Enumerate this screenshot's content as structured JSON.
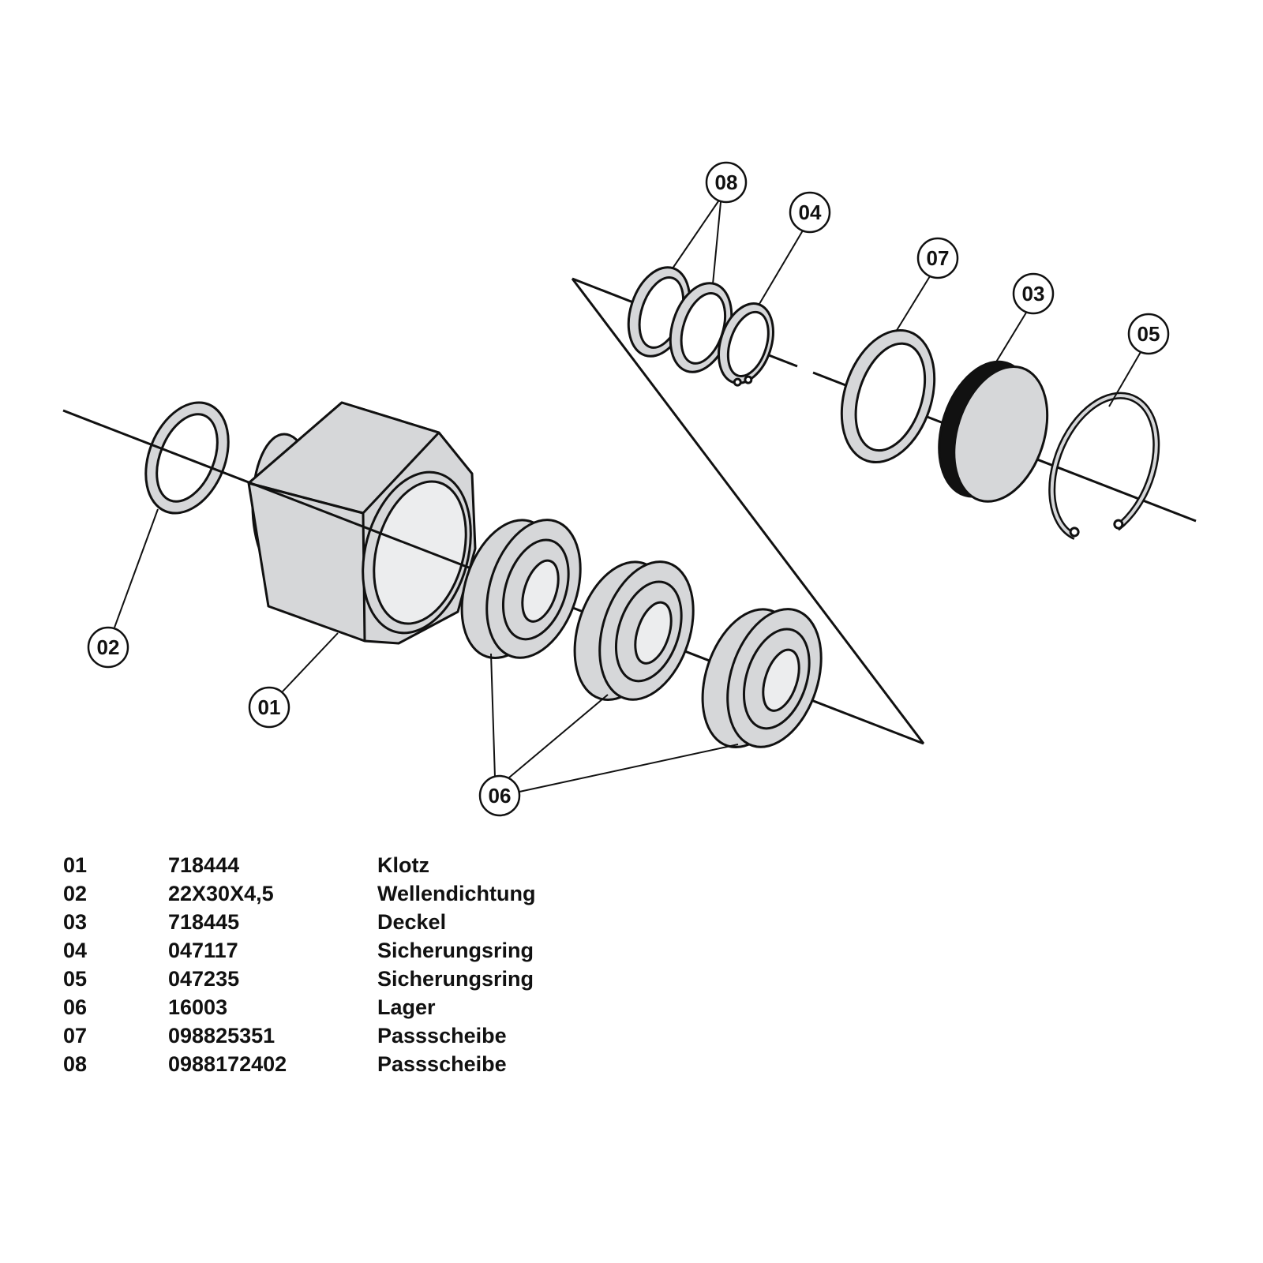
{
  "callouts": {
    "p01": "01",
    "p02": "02",
    "p03": "03",
    "p04": "04",
    "p05": "05",
    "p06": "06",
    "p07": "07",
    "p08": "08"
  },
  "colors": {
    "part_fill": "#d6d7d9",
    "line": "#111111",
    "lens_fill": "#ecedee"
  },
  "parts_list": [
    {
      "pos": "01",
      "number": "718444",
      "name": "Klotz"
    },
    {
      "pos": "02",
      "number": "22X30X4,5",
      "name": "Wellendichtung"
    },
    {
      "pos": "03",
      "number": "718445",
      "name": "Deckel"
    },
    {
      "pos": "04",
      "number": "047117",
      "name": "Sicherungsring"
    },
    {
      "pos": "05",
      "number": "047235",
      "name": "Sicherungsring"
    },
    {
      "pos": "06",
      "number": "16003",
      "name": "Lager"
    },
    {
      "pos": "07",
      "number": "098825351",
      "name": "Passscheibe"
    },
    {
      "pos": "08",
      "number": "0988172402",
      "name": "Passscheibe"
    }
  ]
}
